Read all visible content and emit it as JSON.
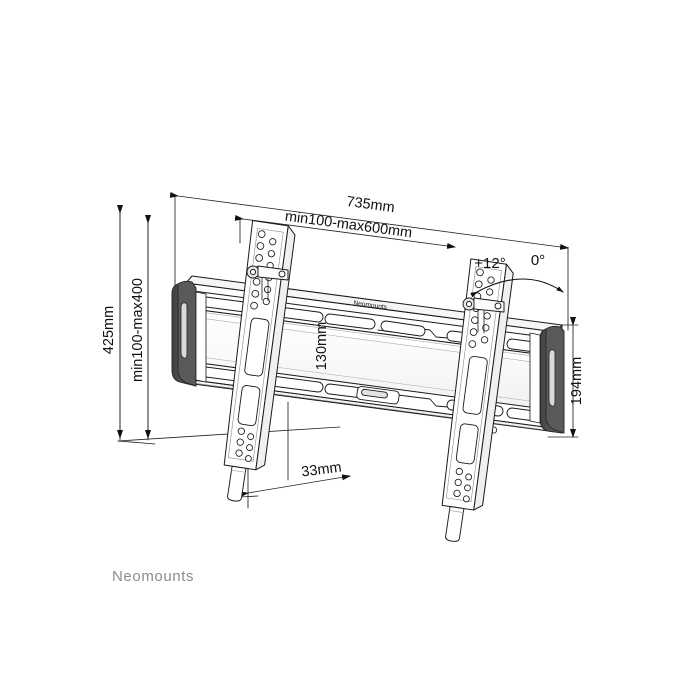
{
  "document": {
    "type": "technical-drawing",
    "subject": "Neomounts tilting TV wall mount bracket",
    "background_color": "#ffffff",
    "line_color": "#1a1a1a",
    "endcap_color": "#4a4a4a",
    "watermark_color": "#8c8c8c"
  },
  "watermark": {
    "text": "Neomounts"
  },
  "product_mark": {
    "text": "Neomounts"
  },
  "dimensions": {
    "overall_width": "735mm",
    "horizontal_hole_pattern": "min100-max600mm",
    "overall_height": "425mm",
    "vertical_hole_pattern": "min100-max400",
    "rail_spacing": "130mm",
    "endcap_height": "194mm",
    "wall_depth": "33mm"
  },
  "angles": {
    "tilt_down": "+12°",
    "tilt_flat": "0°"
  }
}
